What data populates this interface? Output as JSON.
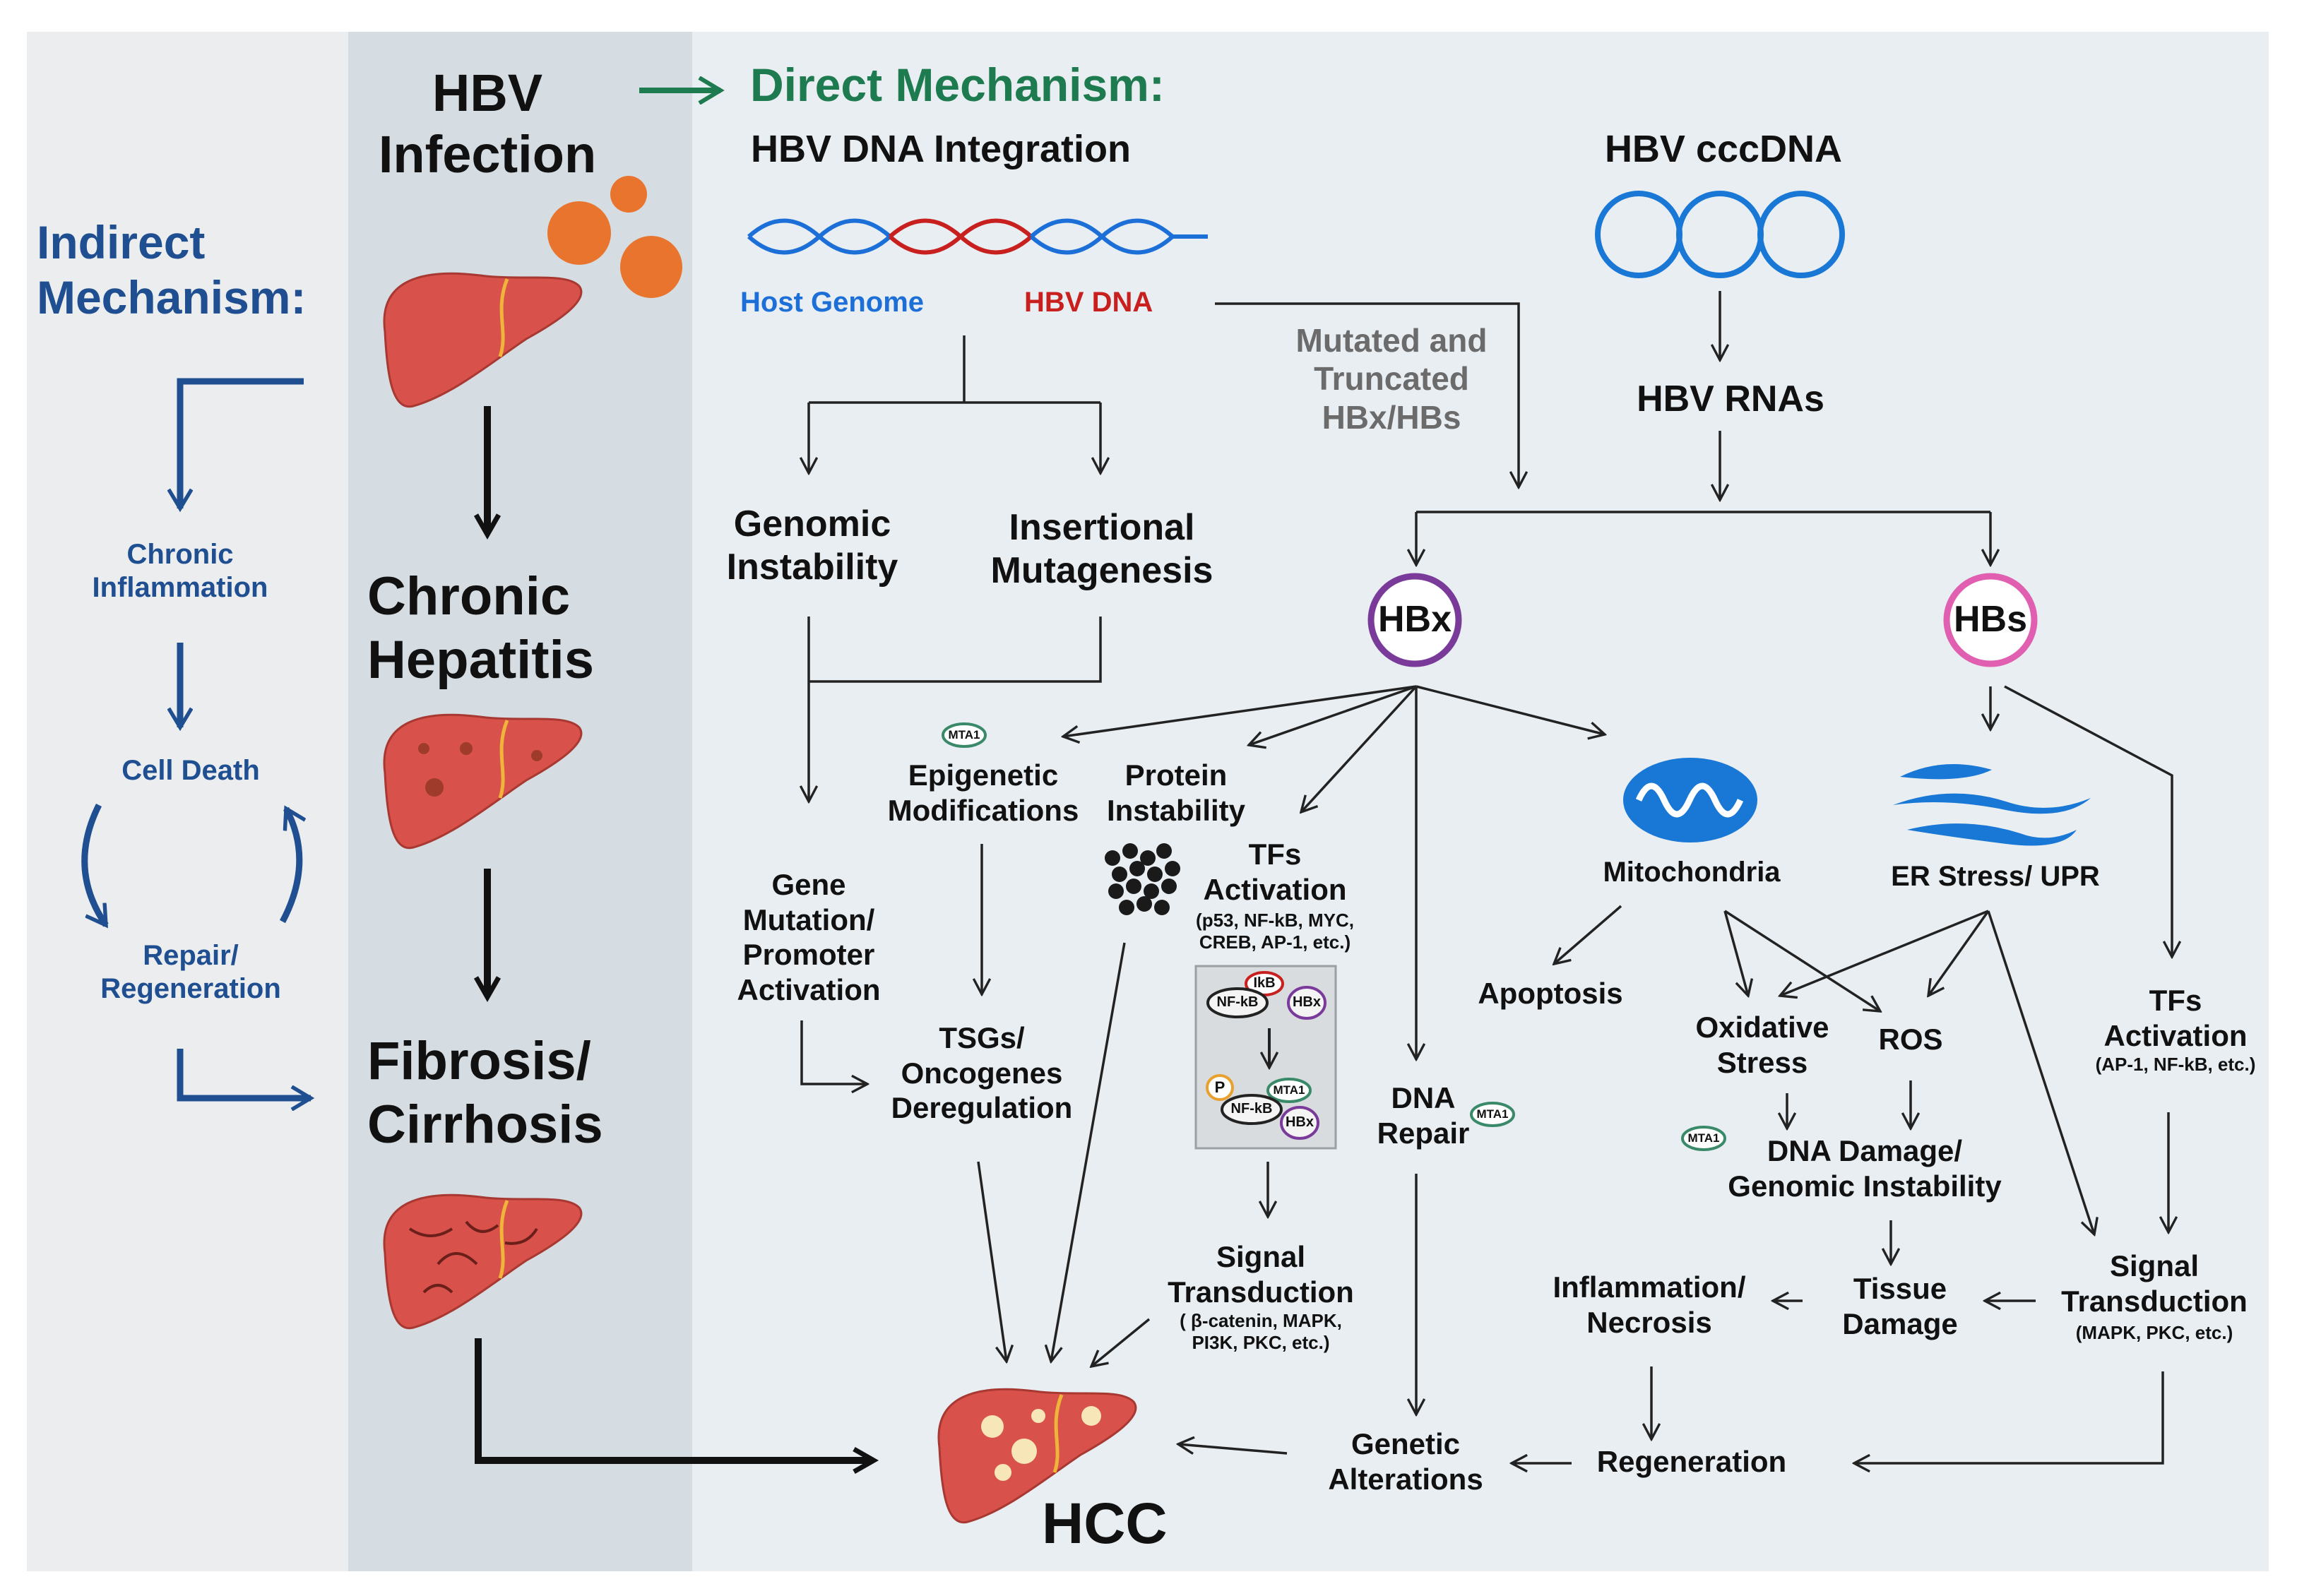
{
  "colors": {
    "indirect_bg": "#ebedee",
    "center_bg": "#d6dde2",
    "direct_bg": "#e8eef2",
    "indirect_blue": "#1f4f91",
    "direct_green": "#1e7a4f",
    "host_genome_blue": "#1d6fd8",
    "hbv_dna_red": "#c8201f",
    "liver_red": "#d8514a",
    "hbx_purple": "#7a3a9a",
    "hbs_pink": "#e05fb0",
    "organelle_blue": "#1977d6",
    "mta1_green": "#3a8a6a"
  },
  "indirect": {
    "title": "Indirect\nMechanism:",
    "chronic_inflammation": "Chronic\nInflammation",
    "cell_death": "Cell Death",
    "repair": "Repair/\nRegeneration"
  },
  "progression": {
    "hbv_infection": "HBV\nInfection",
    "chronic_hepatitis": "Chronic\nHepatitis",
    "fibrosis": "Fibrosis/\nCirrhosis",
    "hcc": "HCC"
  },
  "direct": {
    "title": "Direct Mechanism:",
    "integration": "HBV DNA Integration",
    "host_genome": "Host Genome",
    "hbv_dna": "HBV DNA",
    "cccdna": "HBV cccDNA",
    "rnas": "HBV RNAs",
    "mutated": "Mutated and\nTruncated\nHBx/HBs",
    "genomic_instability": "Genomic\nInstability",
    "insertional": "Insertional\nMutagenesis",
    "hbx": "HBx",
    "hbs": "HBs",
    "gene_mutation": "Gene\nMutation/\nPromoter\nActivation",
    "epigenetic": "Epigenetic\nModifications",
    "protein_instability": "Protein\nInstability",
    "tfs_activation": "TFs\nActivation",
    "tfs_detail": "(p53, NF-kB, MYC,\nCREB, AP-1, etc.)",
    "tsgs": "TSGs/\nOncogenes\nDeregulation",
    "signal_transduction": "Signal\nTransduction",
    "signal_detail": "( β-catenin, MAPK,\nPI3K, PKC, etc.)",
    "dna_repair": "DNA\nRepair",
    "mitochondria": "Mitochondria",
    "er_stress": "ER Stress/ UPR",
    "apoptosis": "Apoptosis",
    "oxidative": "Oxidative\nStress",
    "ros": "ROS",
    "dna_damage": "DNA Damage/\nGenomic Instability",
    "tfs_activation_2": "TFs\nActivation",
    "tfs_detail_2": "(AP-1, NF-kB, etc.)",
    "signal_transduction_2": "Signal\nTransduction",
    "signal_detail_2": "(MAPK, PKC, etc.)",
    "tissue_damage": "Tissue\nDamage",
    "inflammation_necrosis": "Inflammation/\nNecrosis",
    "regeneration": "Regeneration",
    "genetic_alterations": "Genetic\nAlterations"
  },
  "badges": {
    "mta1": "MTA1",
    "ikb": "IkB",
    "nfkb": "NF-kB",
    "hbx_small": "HBx",
    "p": "P"
  }
}
